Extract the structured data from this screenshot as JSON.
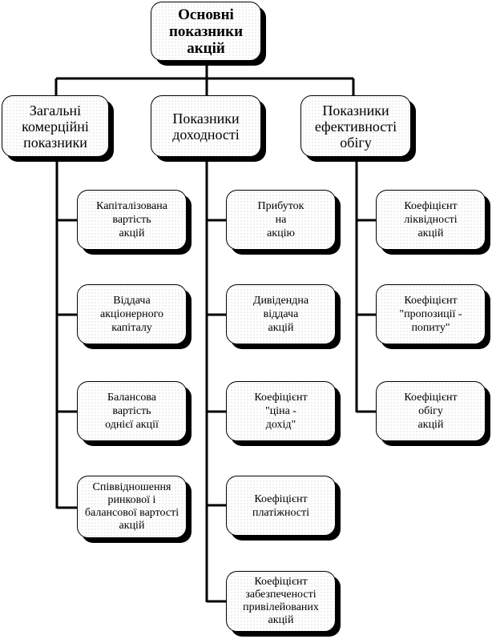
{
  "root": "Основні\nпоказники\nакцій",
  "categories": [
    "Загальні\nкомерційні\nпоказники",
    "Показники\nдоходності",
    "Показники\nефективності\nобігу"
  ],
  "general": [
    "Капіталізована\nвартість\nакцій",
    "Віддача\nакціонерного\nкапіталу",
    "Балансова\nвартість\nоднієї акції",
    "Співвідношення\nринкової і\nбалансової вартості\nакцій"
  ],
  "profitability": [
    "Прибуток\nна\nакцію",
    "Дивідендна\nвіддача\nакцій",
    "Коефіцієнт\n\"ціна -\nдохід\"",
    "Коефіцієнт\nплатіжності",
    "Коефіцієнт\nзабезпеченості\nпривілейованих\nакцій"
  ],
  "turnover": [
    "Коефіцієнт\nліквідності\nакцій",
    "Коефіцієнт\n\"пропозиції -\nпопиту\"",
    "Коефіцієнт\nобігу\nакцій"
  ]
}
